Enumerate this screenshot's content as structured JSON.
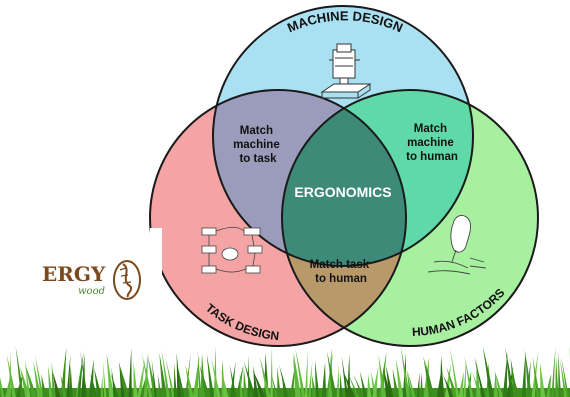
{
  "diagram": {
    "circles": [
      {
        "id": "machine",
        "label": "MACHINE DESIGN",
        "color": "#a9e0f2"
      },
      {
        "id": "task",
        "label": "TASK DESIGN",
        "color": "#f4a4a4"
      },
      {
        "id": "human",
        "label": "HUMAN FACTORS",
        "color": "#a6f0a0"
      }
    ],
    "overlaps": {
      "machine_task": [
        "Match",
        "machine",
        "to task"
      ],
      "machine_human": [
        "Match",
        "machine",
        "to human"
      ],
      "task_human": [
        "Match task",
        "to human"
      ],
      "center": "ERGONOMICS"
    },
    "overlap_colors": {
      "machine_task": "#9b9bbb",
      "machine_human": "#5fd9a8",
      "task_human": "#b89a6a",
      "center": "#3e8a78"
    }
  },
  "logo": {
    "line1": "ERGY",
    "line2": "wood",
    "brand_color": "#7a4a1e",
    "accent_color": "#4e8a2e"
  },
  "icons": {
    "machine": "machine-drawing-icon",
    "task": "flowchart-icon",
    "human": "head-anatomy-icon",
    "logo": "spine-icon"
  }
}
